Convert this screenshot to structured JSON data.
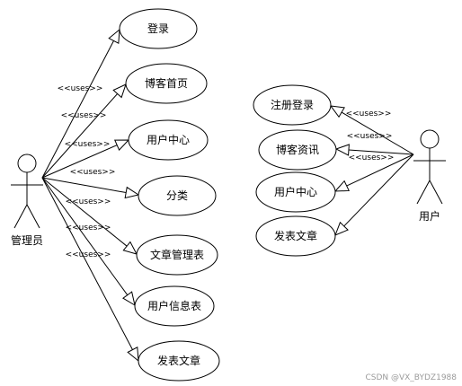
{
  "diagram": {
    "left_actor": {
      "name": "管理员"
    },
    "right_actor": {
      "name": "用户"
    },
    "left_use_cases": [
      {
        "label": "登录",
        "relation": "<<uses>>"
      },
      {
        "label": "博客首页",
        "relation": "<<uses>>"
      },
      {
        "label": "用户中心",
        "relation": "<<uses>>"
      },
      {
        "label": "分类",
        "relation": "<<uses>>"
      },
      {
        "label": "文章管理表",
        "relation": "<<uses>>"
      },
      {
        "label": "用户信息表",
        "relation": "<<uses>>"
      },
      {
        "label": "发表文章",
        "relation": "<<uses>>"
      }
    ],
    "right_use_cases": [
      {
        "label": "注册登录",
        "relation": "<<uses>>"
      },
      {
        "label": "博客资讯",
        "relation": "<<uses>>"
      },
      {
        "label": "用户中心",
        "relation": "<<uses>>"
      },
      {
        "label": "发表文章",
        "relation": ""
      }
    ]
  },
  "watermark": "CSDN @VX_BYDZ1988"
}
